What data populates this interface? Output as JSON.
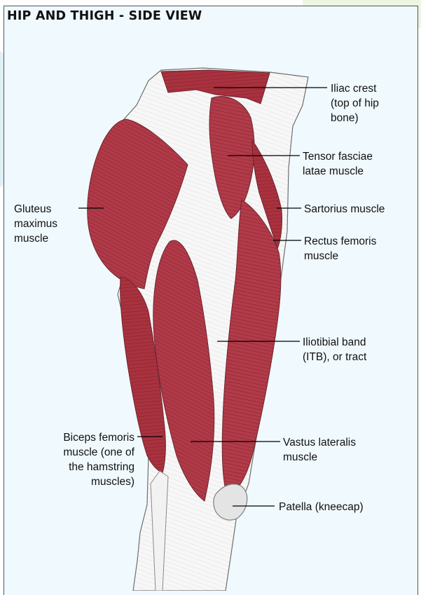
{
  "title": "HIP AND THIGH - SIDE VIEW",
  "colors": {
    "panel": "#f0f9fd",
    "muscle": "#b03a48",
    "muscle_dark": "#8c2433",
    "tendon": "#f7f7f7",
    "leader": "#000000"
  },
  "labels": {
    "iliac_crest": [
      "Iliac crest",
      "(top of hip",
      "bone)"
    ],
    "tensor_fasciae": [
      "Tensor fasciae",
      "latae muscle"
    ],
    "sartorius": [
      "Sartorius muscle"
    ],
    "rectus_femoris": [
      "Rectus femoris",
      "muscle"
    ],
    "gluteus_maximus": [
      "Gluteus",
      "maximus",
      "muscle"
    ],
    "iliotibial_band": [
      "Iliotibial band",
      "(ITB), or tract"
    ],
    "biceps_femoris": [
      "Biceps femoris",
      "muscle (one of",
      "the hamstring",
      "muscles)"
    ],
    "vastus_lateralis": [
      "Vastus lateralis",
      "muscle"
    ],
    "patella": [
      "Patella (kneecap)"
    ]
  }
}
